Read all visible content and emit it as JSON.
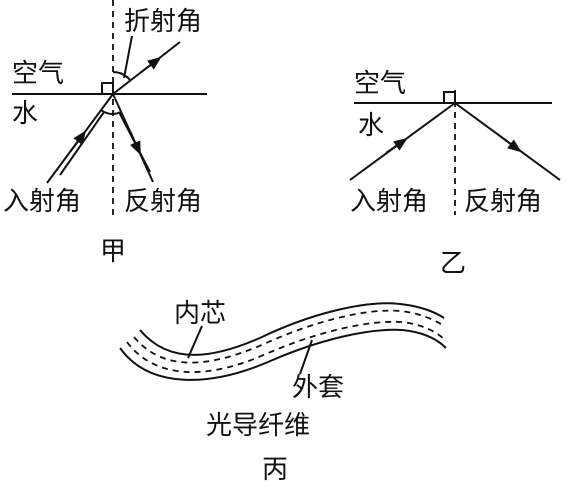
{
  "figure_a": {
    "caption": "甲",
    "air_label": "空气",
    "water_label": "水",
    "refraction_label": "折射角",
    "incidence_label": "入射角",
    "reflection_label": "反射角"
  },
  "figure_b": {
    "caption": "乙",
    "air_label": "空气",
    "water_label": "水",
    "incidence_label": "入射角",
    "reflection_label": "反射角"
  },
  "figure_c": {
    "caption": "丙",
    "core_label": "内芯",
    "cladding_label": "外套",
    "fiber_label": "光导纤维"
  },
  "colors": {
    "ink": "#111111",
    "background": "#ffffff"
  }
}
